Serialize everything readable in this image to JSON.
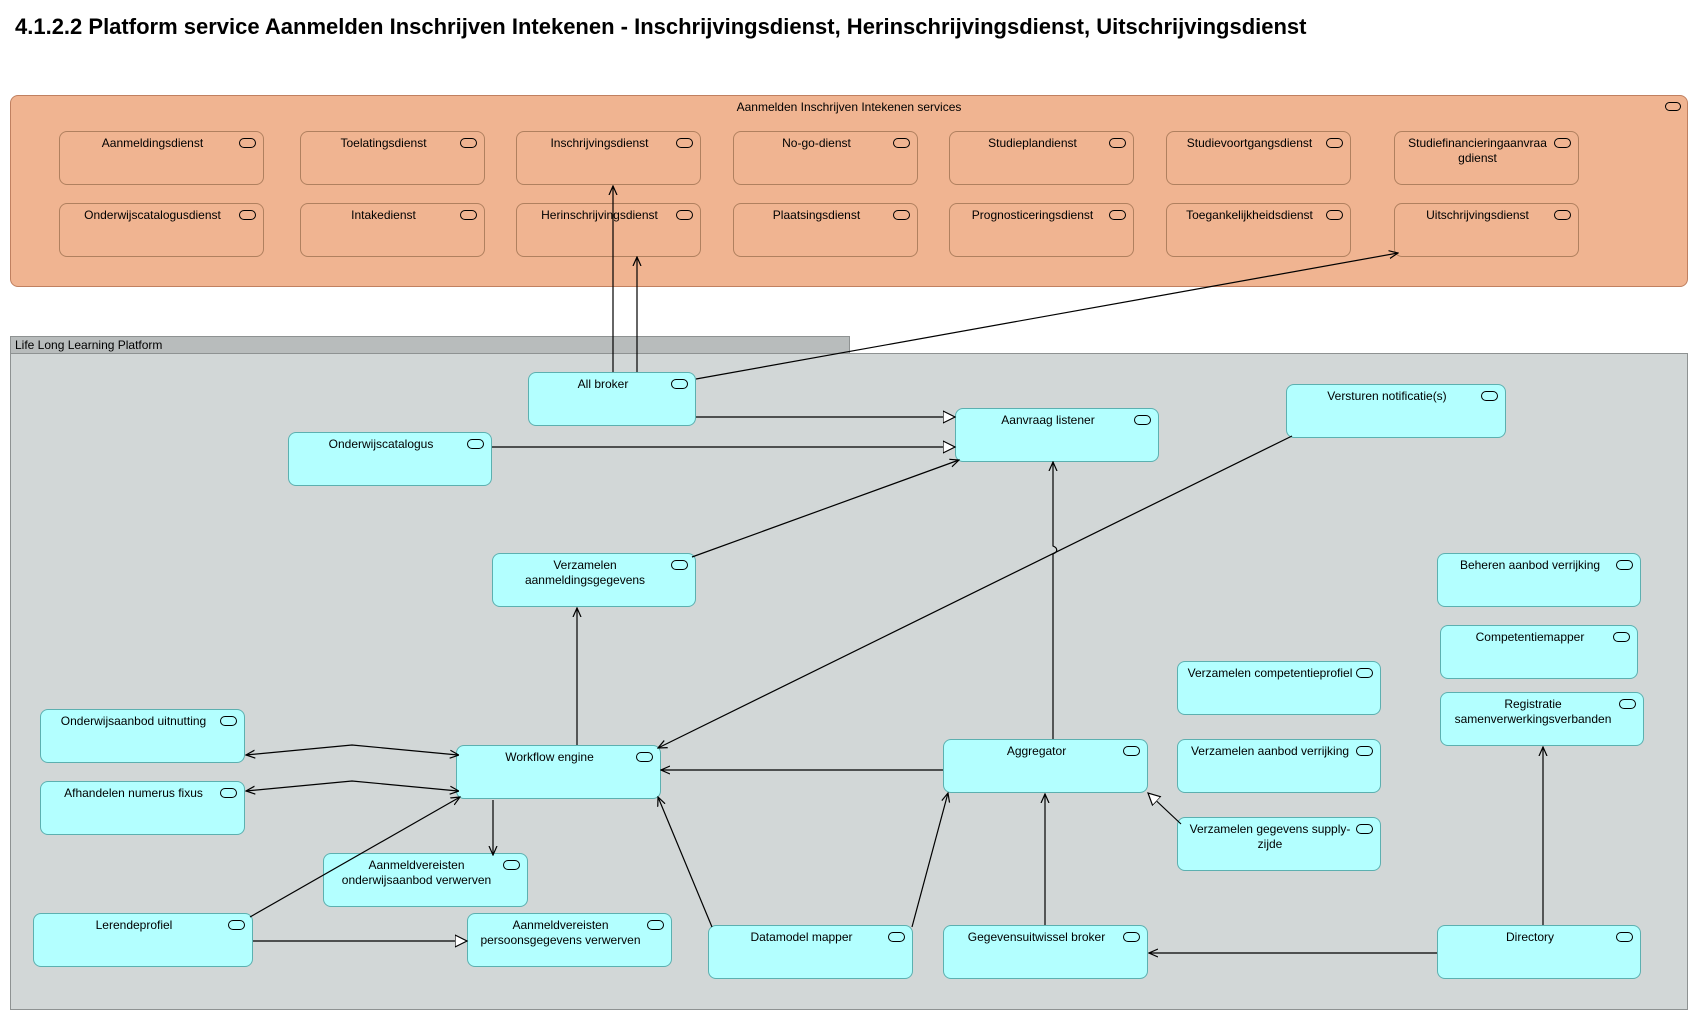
{
  "title": "4.1.2.2 Platform service Aanmelden Inschrijven Intekenen - Inschrijvingsdienst, Herinschrijvingsdienst, Uitschrijvingsdienst",
  "groups": {
    "services": "Aanmelden Inschrijven Intekenen services",
    "platform": "Life Long Learning Platform"
  },
  "nodes": [
    {
      "id": "aanmeldingsdienst",
      "label": "Aanmeldingsdienst"
    },
    {
      "id": "toelatingsdienst",
      "label": "Toelatingsdienst"
    },
    {
      "id": "inschrijvingsdienst",
      "label": "Inschrijvingsdienst"
    },
    {
      "id": "no-go-dienst",
      "label": "No-go-dienst"
    },
    {
      "id": "studieplandienst",
      "label": "Studieplandienst"
    },
    {
      "id": "studievoortgangsdienst",
      "label": "Studievoortgangsdienst"
    },
    {
      "id": "studiefinancieringaanvraagdienst",
      "label": "Studiefinancieringaanvraa gdienst"
    },
    {
      "id": "onderwijscatalogusdienst",
      "label": "Onderwijscatalogusdienst"
    },
    {
      "id": "intakedienst",
      "label": "Intakedienst"
    },
    {
      "id": "herinschrijvingsdienst",
      "label": "Herinschrijvingsdienst"
    },
    {
      "id": "plaatsingsdienst",
      "label": "Plaatsingsdienst"
    },
    {
      "id": "prognosticeringsdienst",
      "label": "Prognosticeringsdienst"
    },
    {
      "id": "toegankelijkheidsdienst",
      "label": "Toegankelijkheidsdienst"
    },
    {
      "id": "uitschrijvingsdienst",
      "label": "Uitschrijvingsdienst"
    },
    {
      "id": "all-broker",
      "label": "All broker"
    },
    {
      "id": "onderwijscatalogus",
      "label": "Onderwijscatalogus"
    },
    {
      "id": "aanvraag-listener",
      "label": "Aanvraag listener"
    },
    {
      "id": "versturen-notificaties",
      "label": "Versturen notificatie(s)"
    },
    {
      "id": "verzamelen-aanmeldingsgegevens",
      "label": "Verzamelen aanmeldingsgegevens"
    },
    {
      "id": "beheren-aanbod-verrijking",
      "label": "Beheren aanbod verrijking"
    },
    {
      "id": "competentiemapper",
      "label": "Competentiemapper"
    },
    {
      "id": "verzamelen-competentieprofiel",
      "label": "Verzamelen competentieprofiel"
    },
    {
      "id": "registratie-samenwerkingsverbanden",
      "label": "Registratie samenverwerkingsverbanden"
    },
    {
      "id": "onderwijsaanbod-uitnutting",
      "label": "Onderwijsaanbod uitnutting"
    },
    {
      "id": "workflow-engine",
      "label": "Workflow engine"
    },
    {
      "id": "aggregator",
      "label": "Aggregator"
    },
    {
      "id": "verzamelen-aanbod-verrijking",
      "label": "Verzamelen aanbod verrijking"
    },
    {
      "id": "afhandelen-numerus-fixus",
      "label": "Afhandelen numerus fixus"
    },
    {
      "id": "verzamelen-gegevens-supply-zijde",
      "label": "Verzamelen gegevens supply-zijde"
    },
    {
      "id": "aanmeldvereisten-onderwijsaanbod-verwerven",
      "label": "Aanmeldvereisten onderwijsaanbod verwerven"
    },
    {
      "id": "lerendeprofiel",
      "label": "Lerendeprofiel"
    },
    {
      "id": "aanmeldvereisten-persoonsgegevens-verwerven",
      "label": "Aanmeldvereisten persoonsgegevens verwerven"
    },
    {
      "id": "datamodel-mapper",
      "label": "Datamodel mapper"
    },
    {
      "id": "gegevensuitwissel-broker",
      "label": "Gegevensuitwissel broker"
    },
    {
      "id": "directory",
      "label": "Directory"
    }
  ],
  "edges": [
    {
      "from": "all-broker",
      "to": "inschrijvingsdienst",
      "type": "realization-arrow"
    },
    {
      "from": "all-broker",
      "to": "herinschrijvingsdienst",
      "type": "realization-arrow"
    },
    {
      "from": "all-broker",
      "to": "uitschrijvingsdienst",
      "type": "realization-arrow"
    },
    {
      "from": "all-broker",
      "to": "aanvraag-listener",
      "type": "specialization"
    },
    {
      "from": "onderwijscatalogus",
      "to": "aanvraag-listener",
      "type": "specialization"
    },
    {
      "from": "verzamelen-aanmeldingsgegevens",
      "to": "aanvraag-listener",
      "type": "flow"
    },
    {
      "from": "aggregator",
      "to": "aanvraag-listener",
      "type": "flow"
    },
    {
      "from": "versturen-notificaties",
      "to": "workflow-engine",
      "type": "flow"
    },
    {
      "from": "workflow-engine",
      "to": "verzamelen-aanmeldingsgegevens",
      "type": "flow"
    },
    {
      "from": "workflow-engine",
      "to": "onderwijsaanbod-uitnutting",
      "type": "bidirectional"
    },
    {
      "from": "workflow-engine",
      "to": "afhandelen-numerus-fixus",
      "type": "bidirectional"
    },
    {
      "from": "workflow-engine",
      "to": "aanmeldvereisten-onderwijsaanbod-verwerven",
      "type": "flow"
    },
    {
      "from": "lerendeprofiel",
      "to": "workflow-engine",
      "type": "flow"
    },
    {
      "from": "lerendeprofiel",
      "to": "aanmeldvereisten-persoonsgegevens-verwerven",
      "type": "specialization"
    },
    {
      "from": "aggregator",
      "to": "workflow-engine",
      "type": "flow"
    },
    {
      "from": "datamodel-mapper",
      "to": "workflow-engine",
      "type": "flow"
    },
    {
      "from": "datamodel-mapper",
      "to": "aggregator",
      "type": "flow"
    },
    {
      "from": "gegevensuitwissel-broker",
      "to": "aggregator",
      "type": "flow"
    },
    {
      "from": "verzamelen-gegevens-supply-zijde",
      "to": "aggregator",
      "type": "specialization"
    },
    {
      "from": "directory",
      "to": "gegevensuitwissel-broker",
      "type": "flow"
    },
    {
      "from": "directory",
      "to": "registratie-samenwerkingsverbanden",
      "type": "flow"
    }
  ]
}
